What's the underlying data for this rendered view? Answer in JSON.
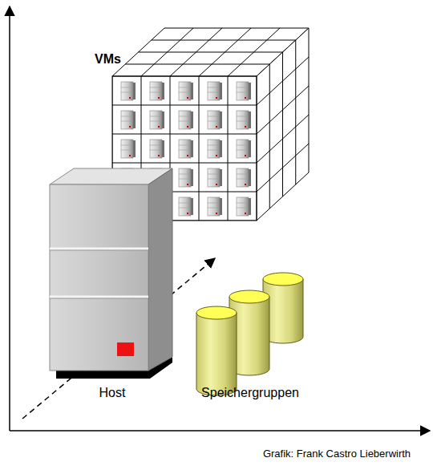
{
  "diagram": {
    "labels": [
      "VMs",
      "Host",
      "Speichergruppen",
      "Grafik: Frank Castro Lieberwirth"
    ]
  }
}
